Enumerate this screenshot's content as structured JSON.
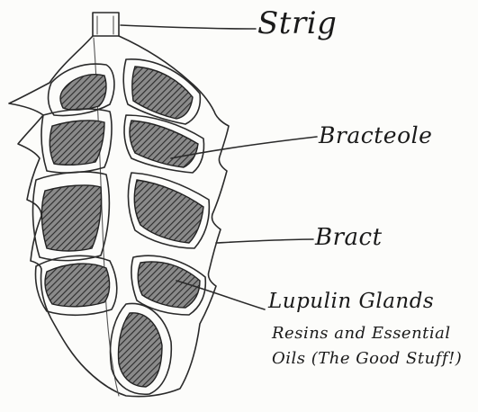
{
  "labels": {
    "strig": "Strig",
    "bracteole": "Bracteole",
    "bract": "Bract",
    "lupulin_title": "Lupulin Glands",
    "lupulin_line2": "Resins and Essential",
    "lupulin_line3": "Oils (The Good Stuff!)"
  },
  "colors": {
    "pencil": "#2a2a2a",
    "paper": "#fcfcfa"
  }
}
